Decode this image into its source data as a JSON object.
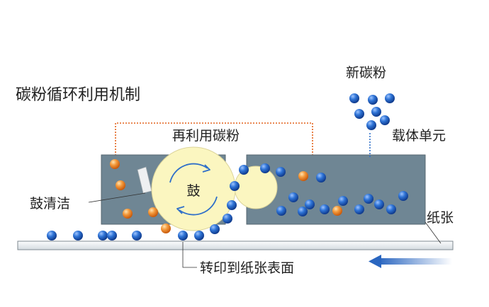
{
  "title": "碳粉循环利用机制",
  "labels": {
    "reuse": "再利用碳粉",
    "new_toner": "新碳粉",
    "carrier_unit": "载体单元",
    "drum": "鼓",
    "drum_cleaning": "鼓清洁",
    "paper": "纸张",
    "transfer": "转印到纸张表面"
  },
  "colors": {
    "unit_fill": "#6f8694",
    "drum_fill": "#fbf6c0",
    "blue_particle": "#1e5fc2",
    "orange_particle": "#f07a18",
    "dotted_path": "#e2621b",
    "paper_fill": "#e9edf0",
    "arrow": "#3f78c6"
  },
  "icons": {
    "rotation": "circular-arrows-icon",
    "direction": "left-arrow-icon"
  }
}
